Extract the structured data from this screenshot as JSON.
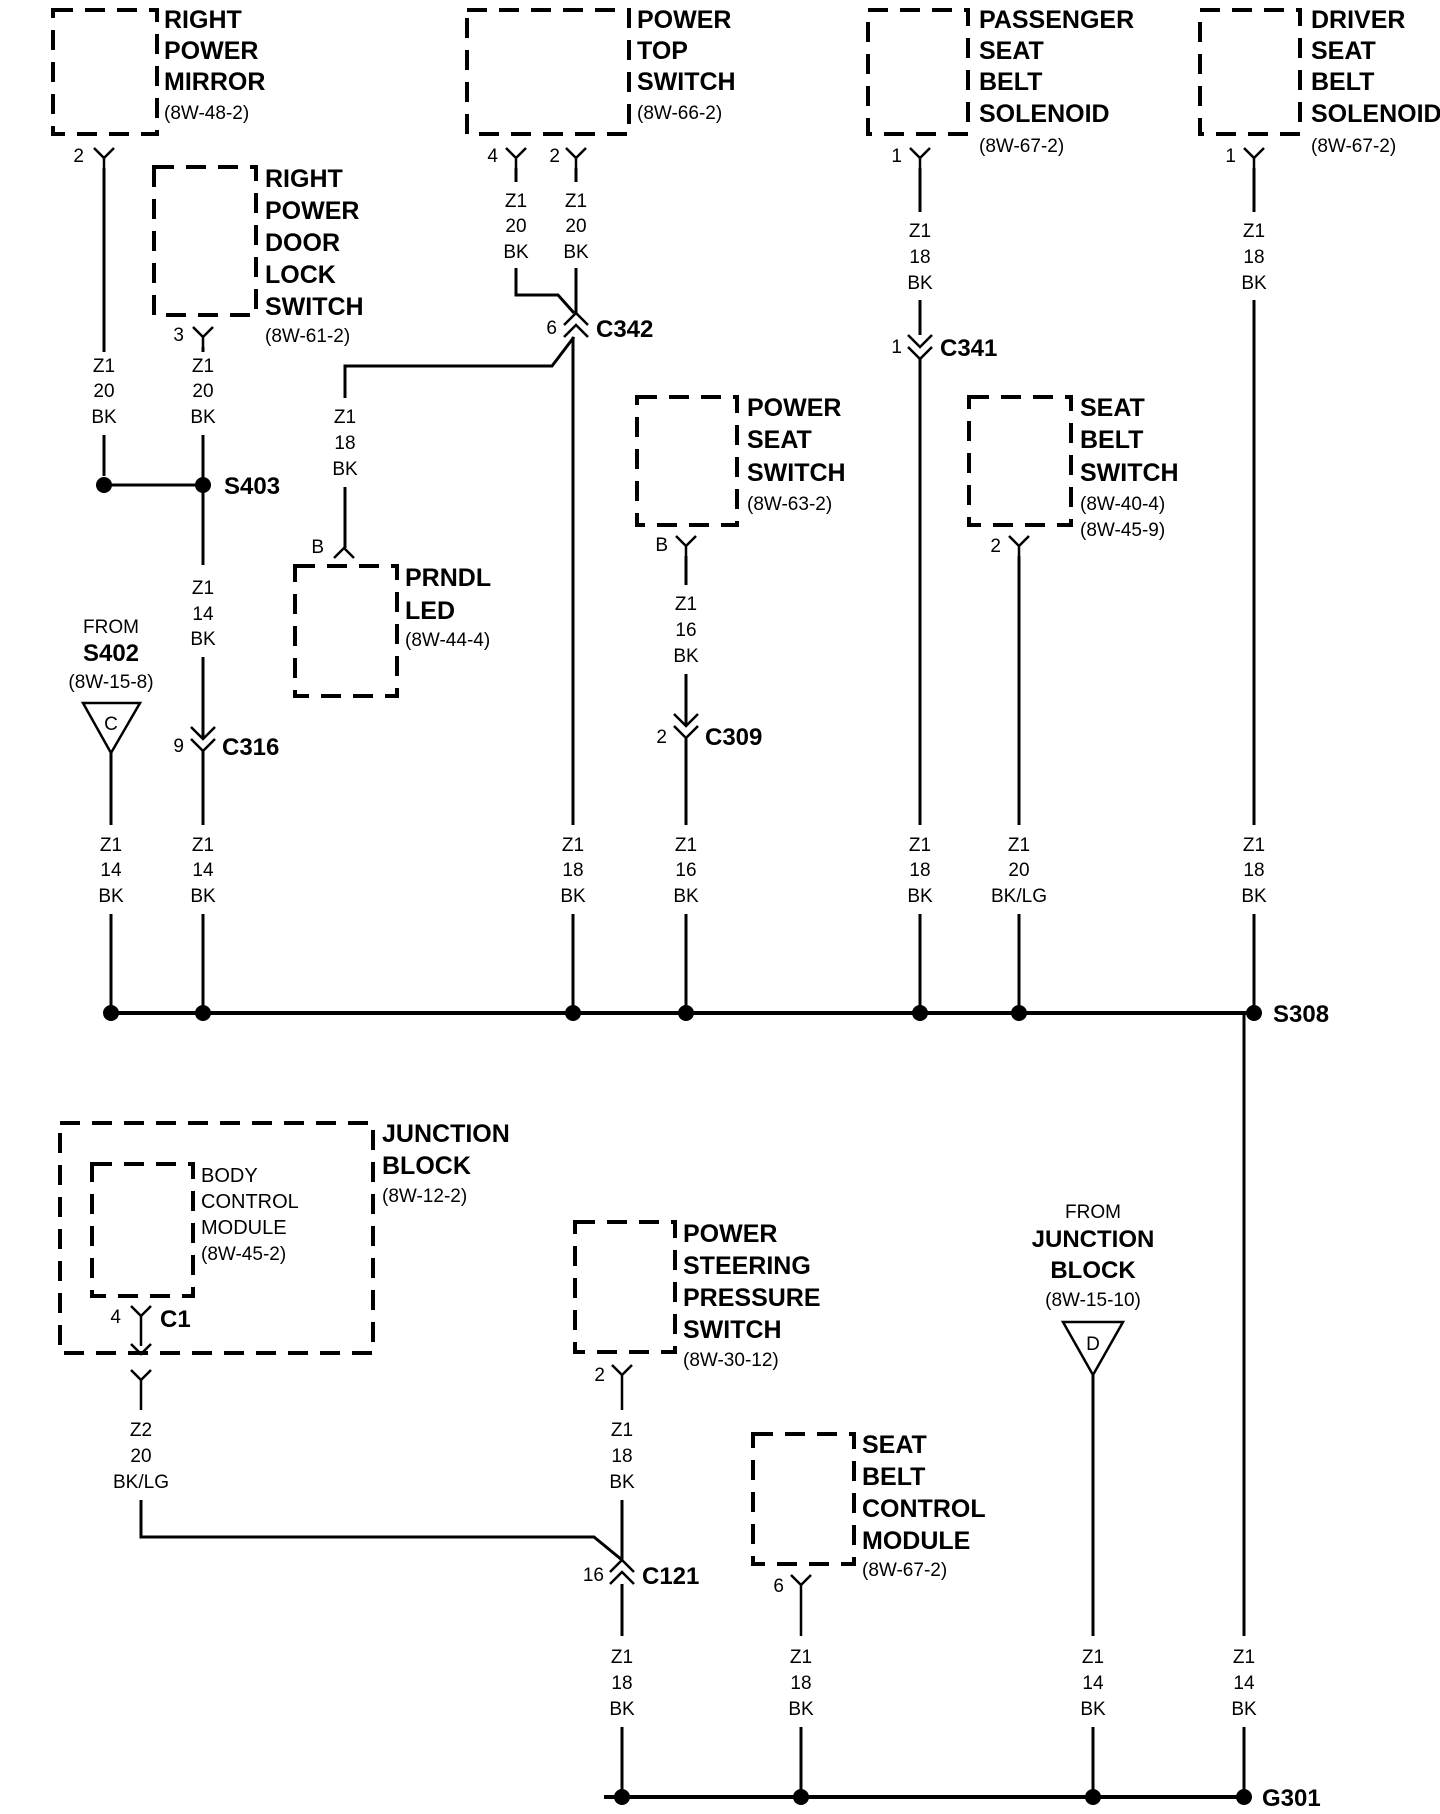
{
  "components": {
    "right_power_mirror": {
      "lines": [
        "RIGHT",
        "POWER",
        "MIRROR"
      ],
      "ref": "(8W-48-2)",
      "pin": "2"
    },
    "power_top_switch": {
      "lines": [
        "POWER",
        "TOP",
        "SWITCH"
      ],
      "ref": "(8W-66-2)",
      "pins": [
        "4",
        "2"
      ]
    },
    "passenger_seat_belt_solenoid": {
      "lines": [
        "PASSENGER",
        "SEAT",
        "BELT",
        "SOLENOID"
      ],
      "ref": "(8W-67-2)",
      "pin": "1"
    },
    "driver_seat_belt_solenoid": {
      "lines": [
        "DRIVER",
        "SEAT",
        "BELT",
        "SOLENOID"
      ],
      "ref": "(8W-67-2)",
      "pin": "1"
    },
    "right_power_door_lock_switch": {
      "lines": [
        "RIGHT",
        "POWER",
        "DOOR",
        "LOCK",
        "SWITCH"
      ],
      "ref": "(8W-61-2)",
      "pin": "3"
    },
    "power_seat_switch": {
      "lines": [
        "POWER",
        "SEAT",
        "SWITCH"
      ],
      "ref": "(8W-63-2)",
      "pin": "B"
    },
    "seat_belt_switch": {
      "lines": [
        "SEAT",
        "BELT",
        "SWITCH"
      ],
      "refs": [
        "(8W-40-4)",
        "(8W-45-9)"
      ],
      "pin": "2"
    },
    "prndl_led": {
      "lines": [
        "PRNDL",
        "LED"
      ],
      "ref": "(8W-44-4)",
      "pin": "B"
    },
    "junction_block": {
      "lines": [
        "JUNCTION",
        "BLOCK"
      ],
      "ref": "(8W-12-2)"
    },
    "body_control_module": {
      "lines": [
        "BODY",
        "CONTROL",
        "MODULE"
      ],
      "ref": "(8W-45-2)",
      "pin": "4",
      "connector": "C1"
    },
    "power_steering_pressure_switch": {
      "lines": [
        "POWER",
        "STEERING",
        "PRESSURE",
        "SWITCH"
      ],
      "ref": "(8W-30-12)",
      "pin": "2"
    },
    "seat_belt_control_module": {
      "lines": [
        "SEAT",
        "BELT",
        "CONTROL",
        "MODULE"
      ],
      "ref": "(8W-67-2)",
      "pin": "6"
    }
  },
  "from_refs": {
    "s402": {
      "from": "FROM",
      "name": "S402",
      "ref": "(8W-15-8)",
      "letter": "C"
    },
    "junction_block": {
      "from": "FROM",
      "name": [
        "JUNCTION",
        "BLOCK"
      ],
      "ref": "(8W-15-10)",
      "letter": "D"
    }
  },
  "connectors": {
    "c342": {
      "name": "C342",
      "pin": "6"
    },
    "c341": {
      "name": "C341",
      "pin": "1"
    },
    "c316": {
      "name": "C316",
      "pin": "9"
    },
    "c309": {
      "name": "C309",
      "pin": "2"
    },
    "c121": {
      "name": "C121",
      "pin": "16"
    }
  },
  "splices": {
    "s403": "S403",
    "s308": "S308",
    "g301": "G301"
  },
  "wires": {
    "mirror": [
      "Z1",
      "20",
      "BK"
    ],
    "top4": [
      "Z1",
      "20",
      "BK"
    ],
    "top2": [
      "Z1",
      "20",
      "BK"
    ],
    "pass_sol": [
      "Z1",
      "18",
      "BK"
    ],
    "drv_sol": [
      "Z1",
      "18",
      "BK"
    ],
    "door_lock": [
      "Z1",
      "20",
      "BK"
    ],
    "prndl": [
      "Z1",
      "18",
      "BK"
    ],
    "s403_c316": [
      "Z1",
      "14",
      "BK"
    ],
    "seat_sw": [
      "Z1",
      "16",
      "BK"
    ],
    "from_s402": [
      "Z1",
      "14",
      "BK"
    ],
    "c316_bus": [
      "Z1",
      "14",
      "BK"
    ],
    "c342_bus": [
      "Z1",
      "18",
      "BK"
    ],
    "c309_bus": [
      "Z1",
      "16",
      "BK"
    ],
    "c341_bus": [
      "Z1",
      "18",
      "BK"
    ],
    "belt_sw": [
      "Z1",
      "20",
      "BK/LG"
    ],
    "drv_bus": [
      "Z1",
      "18",
      "BK"
    ],
    "bcm": [
      "Z2",
      "20",
      "BK/LG"
    ],
    "ps_sw": [
      "Z1",
      "18",
      "BK"
    ],
    "c121_g301": [
      "Z1",
      "18",
      "BK"
    ],
    "sbcm": [
      "Z1",
      "18",
      "BK"
    ],
    "jb_g301": [
      "Z1",
      "14",
      "BK"
    ],
    "s308_g301": [
      "Z1",
      "14",
      "BK"
    ]
  }
}
